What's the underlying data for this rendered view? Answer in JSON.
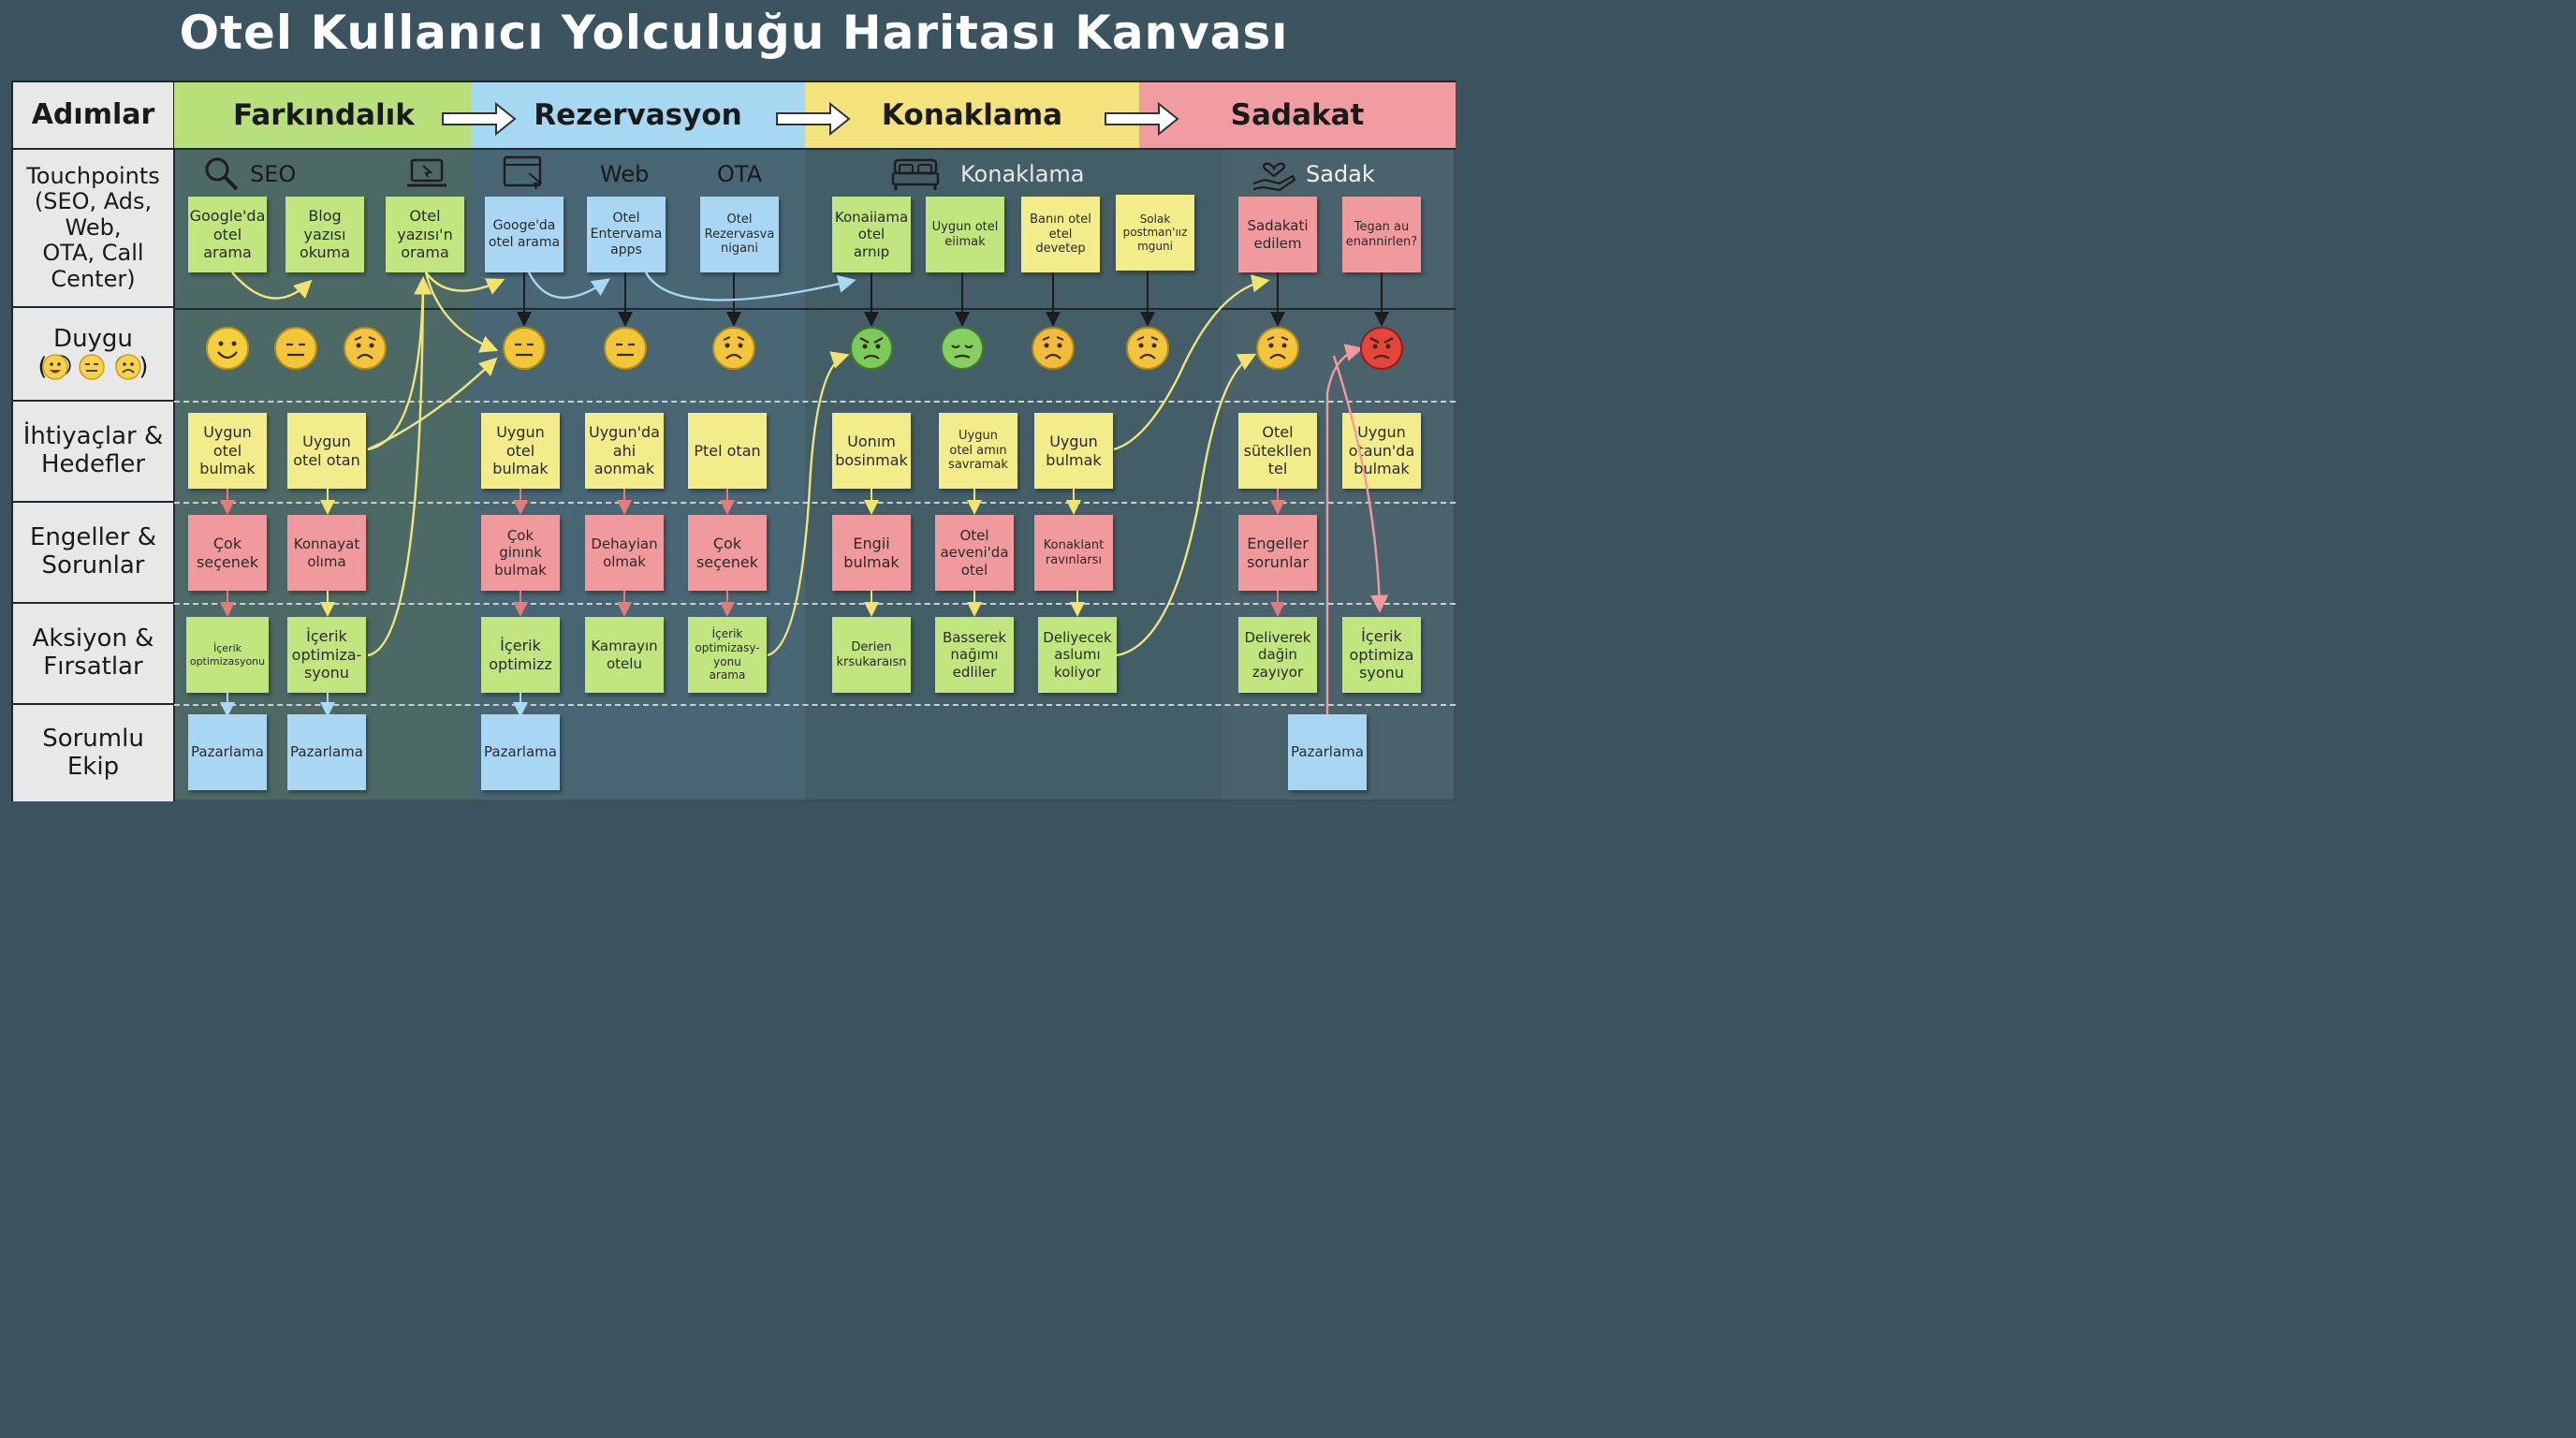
{
  "title": "Otel Kullanıcı Yolculuğu Haritası Kanvası",
  "colors": {
    "awareness": "#b8e07a",
    "booking": "#a7d8f2",
    "stay": "#f4e27c",
    "loyalty": "#f09ca0",
    "green_note": "#c1e57f",
    "blue_note": "#a9d7f3",
    "yellow_note": "#f3ec8a",
    "red_note": "#f19a9e"
  },
  "header": {
    "steps_label": "Adımlar",
    "stages": [
      "Farkındalık",
      "Rezervasyon",
      "Konaklama",
      "Sadakat"
    ]
  },
  "rows": {
    "touchpoints": "Touchpoints\n(SEO, Ads, Web,\nOTA, Call Center)",
    "emotion": "Duygu\n(😀 😑 😟)",
    "needs": "İhtiyaçlar &\nHedefler",
    "obstacles": "Engeller &\nSorunlar",
    "actions": "Aksiyon &\nFırsatlar",
    "team": "Sorumlu\nEkip"
  },
  "touchpoint_labels": [
    {
      "text": "SEO",
      "icon": "magnifier-icon"
    },
    {
      "text": "",
      "icon": "laptop-icon"
    },
    {
      "text": "",
      "icon": "browser-window-icon"
    },
    {
      "text": "Web",
      "icon": ""
    },
    {
      "text": "OTA",
      "icon": ""
    },
    {
      "text": "Konaklama",
      "icon": "bed-icon"
    },
    {
      "text": "Sadak",
      "icon": "heart-hand-icon"
    }
  ],
  "notes": {
    "touch": [
      "Google'da\notel\narama",
      "Blog\nyazısı\nokuma",
      "Otel\nyazısı'n\norama",
      "Googe'da\notel arama",
      "Otel\nEntervama\napps",
      "Otel\nRezervasva\nnigani",
      "Konaiiama\notel\narnıp",
      "Uygun otel\neiimak",
      "Banın otel\netel\ndevetep",
      "Solak\npostman'ıız\nmguni",
      "Sadakati\nedilem",
      "Tegan au\nenannirlen?"
    ],
    "needs": [
      "Uygun\notel\nbulmak",
      "Uygun\notel otan",
      "Uygun\notel\nbulmak",
      "Uygun'da\nahi\naonmak",
      "Ptel otan",
      "Uonım\nbosinmak",
      "Uygun\notel amın\nsavramak",
      "Uygun\nbulmak",
      "Otel\nsütekllen\ntel",
      "Uygun\notaun'da\nbulmak"
    ],
    "obstacles": [
      "Çok\nseçenek",
      "Konnayat\nolıma",
      "Çok\nginınk\nbulmak",
      "Dehayian\nolmak",
      "Çok\nseçenek",
      "Engii\nbulmak",
      "Otel\naeveni'da\notel",
      "Konaklant\nravınlarsı",
      "Engeller\nsorunlar"
    ],
    "actions": [
      "İçerik\noptimizasyonu",
      "İçerik\noptimiza-\nsyonu",
      "İçerik\noptimizz",
      "Kamrayın\notelu",
      "İçerik\noptimizasy-\nyonu\narama",
      "Derien\nkrsukaraısn",
      "Basserek\nnağımı\nedliler",
      "Deliyecek\naslumı\nkoliyor",
      "Deliverek\ndağin\nzayıyor",
      "İçerik\noptimiza\nsyonu"
    ],
    "team": [
      "Pazarlama",
      "Pazarlama",
      "Pazarlama",
      "Pazarlama"
    ]
  },
  "emotions": [
    "happy",
    "neutral",
    "worried",
    "neutral",
    "neutral",
    "worried",
    "angry-green",
    "sad-green",
    "frustrated",
    "worried",
    "worried",
    "angry-red"
  ]
}
